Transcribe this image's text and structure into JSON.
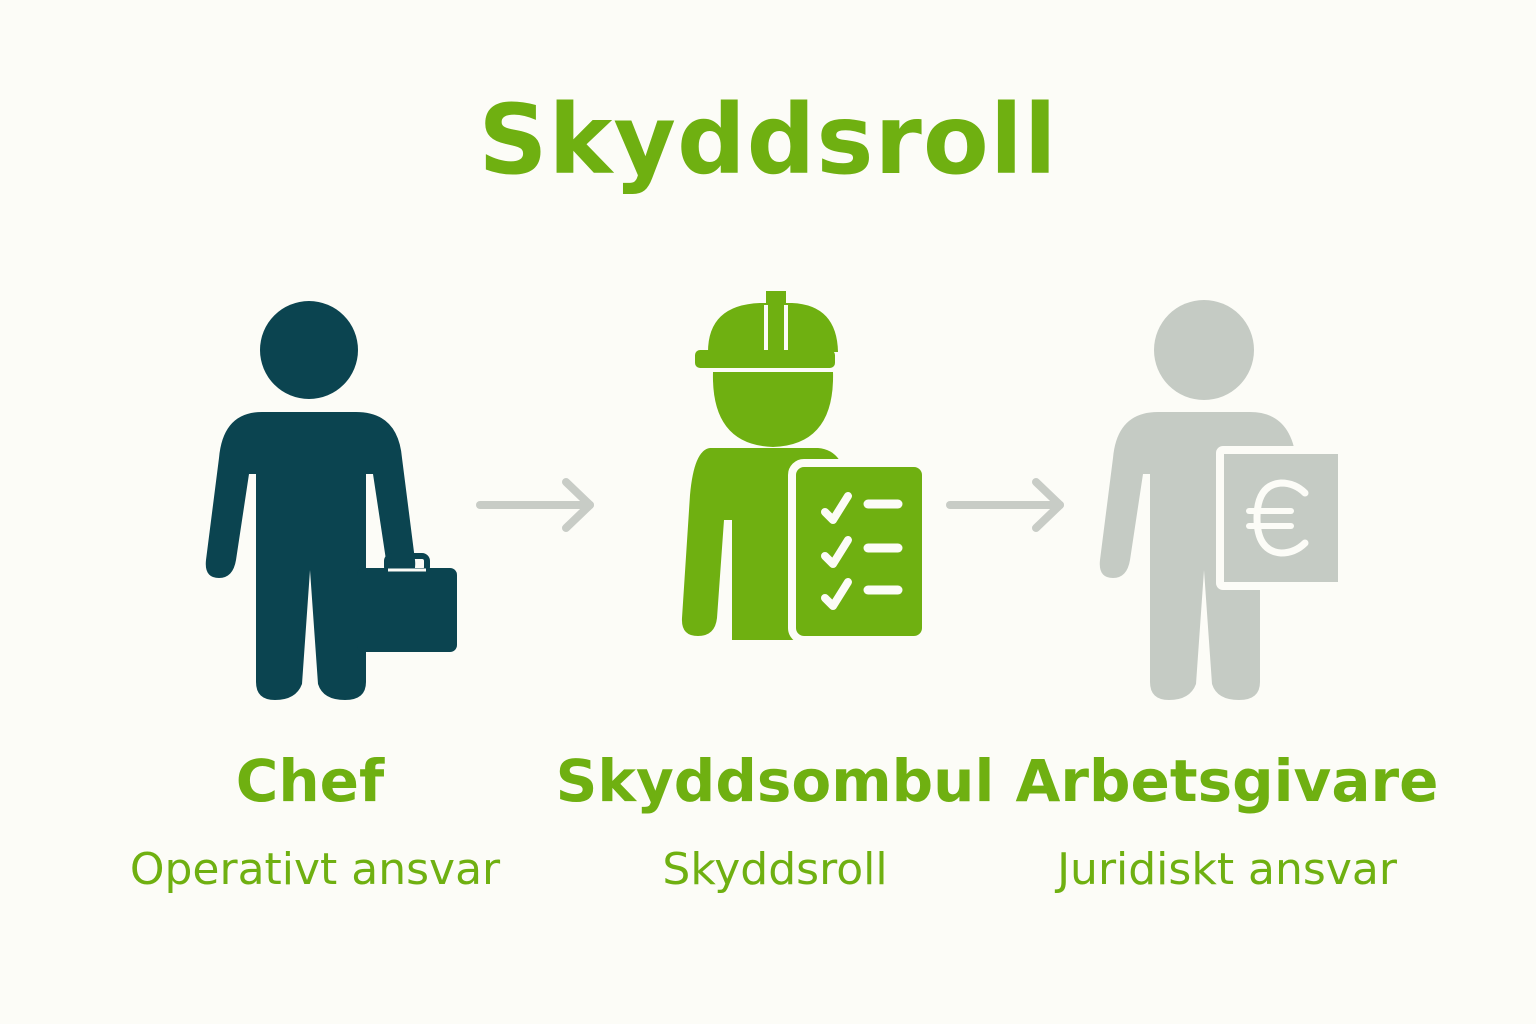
{
  "title": "Skyddsroll",
  "colors": {
    "background": "#fcfcf7",
    "accent_green": "#6fb011",
    "chef_dark": "#0b4450",
    "employer_gray": "#c5cbc4",
    "arrow_gray": "#c8ccc6"
  },
  "roles": [
    {
      "name": "Chef",
      "subtitle": "Operativt ansvar",
      "icon": "person-with-briefcase-icon"
    },
    {
      "name": "Skyddsombul",
      "subtitle": "Skyddsroll",
      "icon": "worker-with-hardhat-and-checklist-icon"
    },
    {
      "name": "Arbetsgivare",
      "subtitle": "Juridiskt ansvar",
      "icon": "person-with-euro-document-icon"
    }
  ],
  "arrows": [
    "arrow-right-icon",
    "arrow-right-icon"
  ]
}
